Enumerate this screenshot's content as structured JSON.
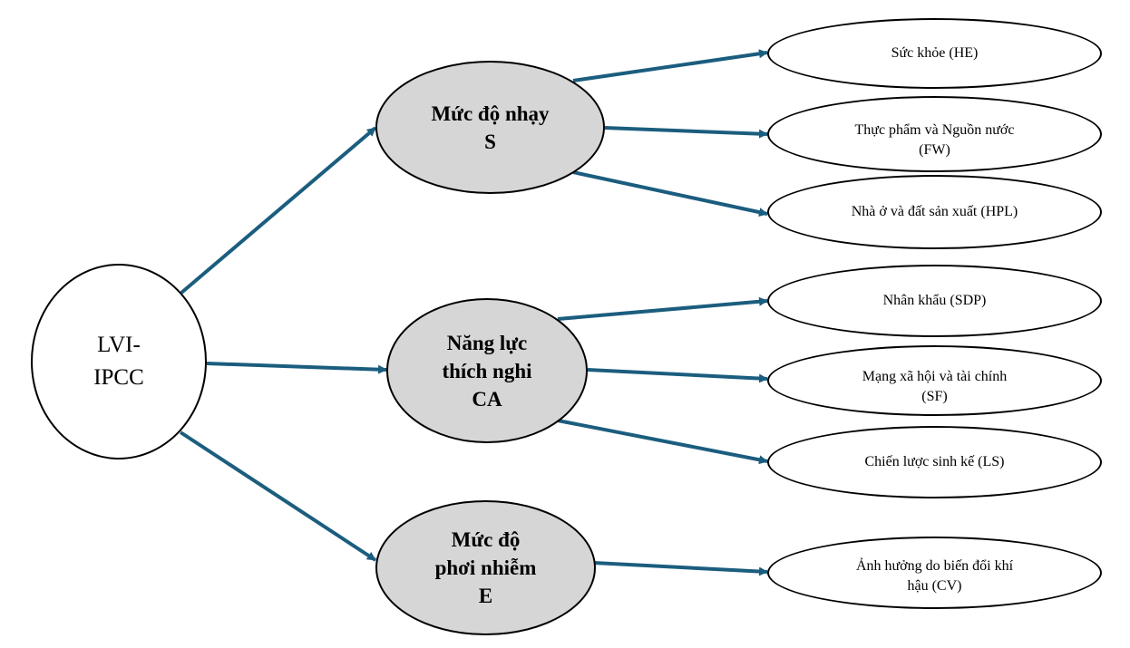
{
  "root": {
    "line1": "LVI-",
    "line2": "IPCC"
  },
  "categories": [
    {
      "line1": "Mức độ nhạy",
      "line2": "S",
      "line3": ""
    },
    {
      "line1": "Năng lực",
      "line2": "thích nghi",
      "line3": "CA"
    },
    {
      "line1": "Mức độ",
      "line2": "phơi nhiễm",
      "line3": "E"
    }
  ],
  "leaves": [
    {
      "line1": "Sức khỏe (HE)",
      "line2": ""
    },
    {
      "line1": "Thực phẩm và Nguồn nước",
      "line2": "(FW)"
    },
    {
      "line1": "Nhà ở và đất sản xuất (HPL)",
      "line2": ""
    },
    {
      "line1": "Nhân khẩu (SDP)",
      "line2": ""
    },
    {
      "line1": "Mạng xã hội và tài chính",
      "line2": "(SF)"
    },
    {
      "line1": "Chiến lược sinh kế (LS)",
      "line2": ""
    },
    {
      "line1": "Ảnh hưởng do biến đổi khí",
      "line2": "hậu (CV)"
    }
  ],
  "colors": {
    "arrow": "#1b5d7e",
    "category_fill": "#d6d6d6",
    "outline": "#000000"
  }
}
